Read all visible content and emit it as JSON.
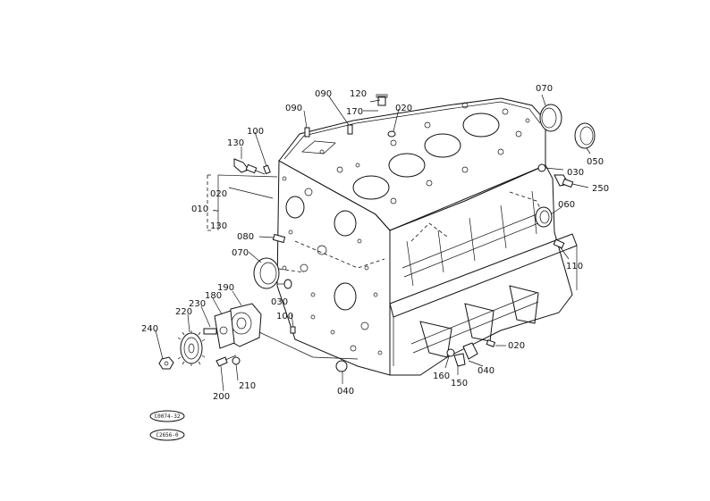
{
  "labels": {
    "p010": "010",
    "p020a": "020",
    "p020b": "020",
    "p020c": "020",
    "p030a": "030",
    "p030b": "030",
    "p040a": "040",
    "p040b": "040",
    "p050": "050",
    "p060": "060",
    "p070a": "070",
    "p070b": "070",
    "p080": "080",
    "p090a": "090",
    "p090b": "090",
    "p100a": "100",
    "p100b": "100",
    "p110": "110",
    "p120": "120",
    "p130a": "130",
    "p130b": "130",
    "p150": "150",
    "p160": "160",
    "p170": "170",
    "p180": "180",
    "p190": "190",
    "p200": "200",
    "p210": "210",
    "p220": "220",
    "p230": "230",
    "p240": "240",
    "p250": "250",
    "range_sep": "~"
  },
  "stamps": {
    "code1": "C0074-32",
    "code2": "C2656-0"
  }
}
